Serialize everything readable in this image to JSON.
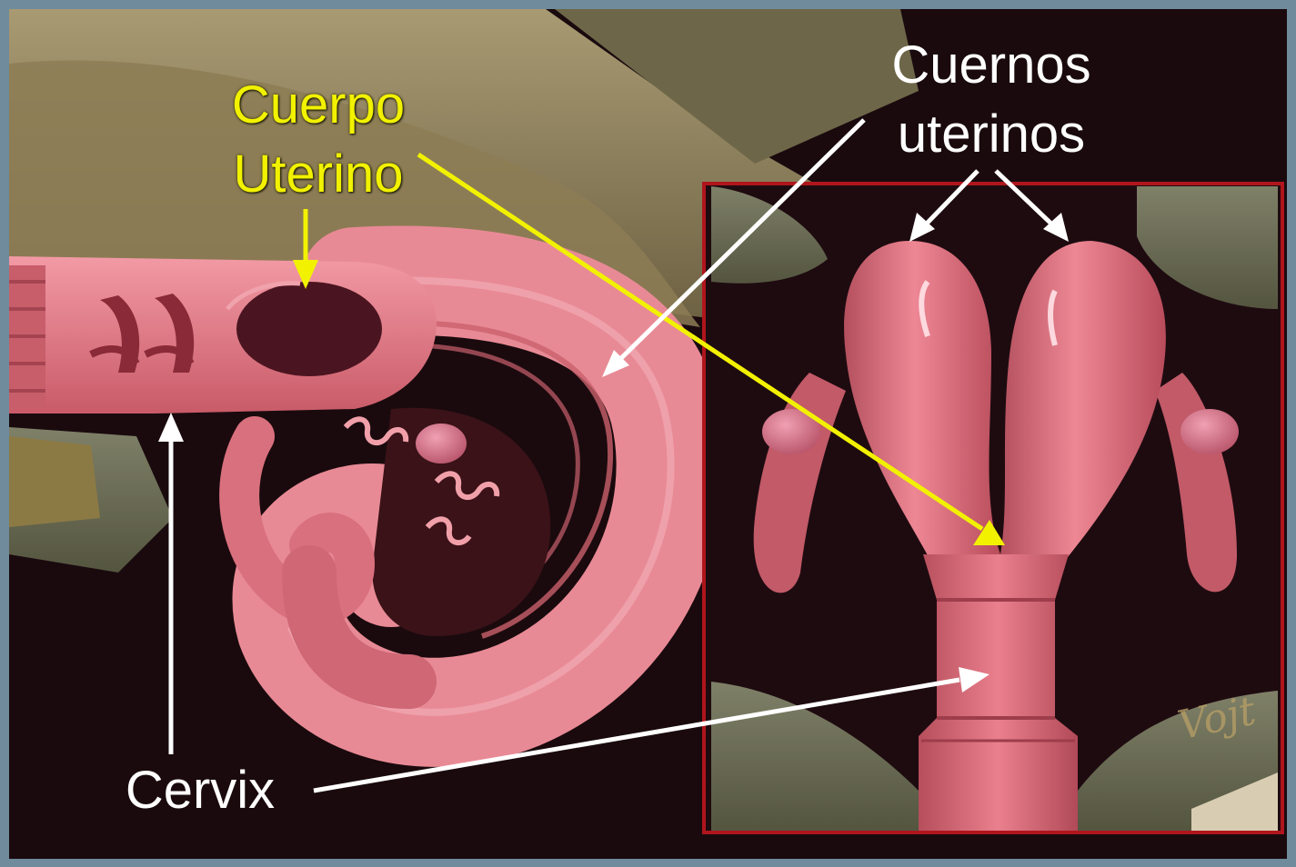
{
  "labels": {
    "cuerpo_line1": "Cuerpo",
    "cuerpo_line2": "Uterino",
    "cuernos_line1": "Cuernos",
    "cuernos_line2": "uterinos",
    "cervix": "Cervix"
  },
  "signature": "Vojt",
  "colors": {
    "background": "#1a0a0e",
    "frame": "#6f8b9c",
    "tissue_pink": "#e07a86",
    "tissue_dark": "#a34a55",
    "inset_border": "#b0151c",
    "label_yellow": "#f2f200",
    "label_white": "#ffffff",
    "peritoneum": "#8a7a58"
  }
}
